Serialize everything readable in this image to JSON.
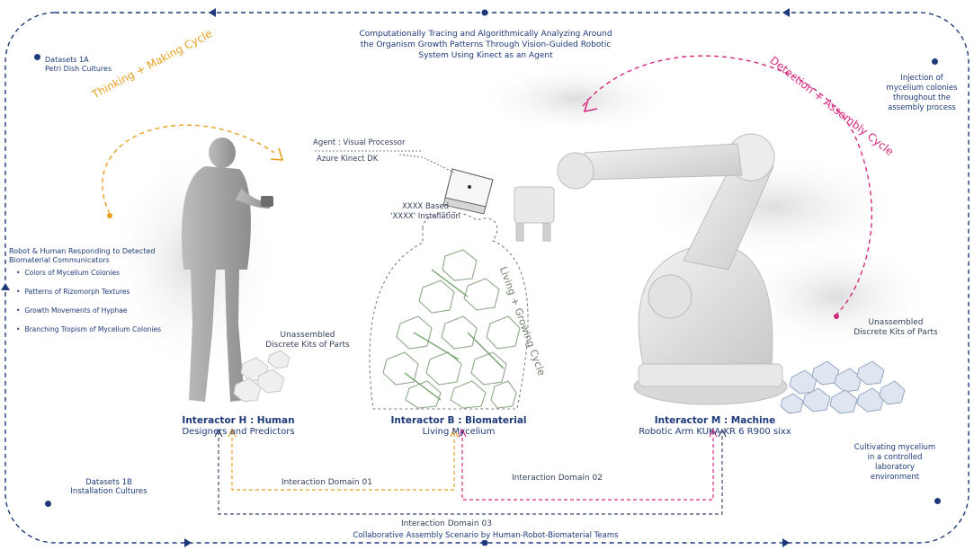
{
  "header": {
    "title_line1": "Computationally Tracing and Algorithmically Analyzing Around",
    "title_line2": "the Organism Growth Patterns Through Vision-Guided Robotic",
    "title_line3": "System Using Kinect as an Agent"
  },
  "footer": {
    "title": "Collaborative Assembly Scenario by Human-Robot-Biomaterial Teams"
  },
  "datasets": {
    "a_line1": "Datasets 1A",
    "a_line2": "Petri Dish Cultures",
    "b_line1": "Datasets 1B",
    "b_line2": "Installation Cultures"
  },
  "right_notes": {
    "injection_line1": "Injection of",
    "injection_line2": "mycelium colonies",
    "injection_line3": "throughout the",
    "injection_line4": "assembly process",
    "cultivating_line1": "Cultivating mycelium",
    "cultivating_line2": "in a controlled",
    "cultivating_line3": "laboratory",
    "cultivating_line4": "environment"
  },
  "cycles": {
    "thinking": "Thinking + Making Cycle",
    "detection": "Detection + Assembly Cycle",
    "living": "Living + Growing Cycle"
  },
  "agent": {
    "line1": "Agent : Visual Processor",
    "line2": "Azure Kinect DK"
  },
  "installation": {
    "line1": "XXXX Based",
    "line2": "'XXXX' Installation"
  },
  "biomaterial_signals": {
    "heading_line1": "Robot & Human Responding to Detected",
    "heading_line2": "Biomaterial Communicators",
    "items": [
      "Colors of Mycelium Colonies",
      "Patterns of Rizomorph Textures",
      "Growth Movements of Hyphae",
      "Branching Tropism of Mycelium Colonies"
    ]
  },
  "kits": {
    "left_line1": "Unassembled",
    "left_line2": "Discrete Kits of Parts",
    "right_line1": "Unassembled",
    "right_line2": "Discrete Kits of Parts"
  },
  "interactors": {
    "human_title": "Interactor H : Human",
    "human_sub": "Designers and Predictors",
    "bio_title": "Interactor B : Biomaterial",
    "bio_sub": "Living Mycelium",
    "machine_title": "Interactor M : Machine",
    "machine_sub": "Robotic Arm KUKA KR 6 R900 sixx"
  },
  "domains": {
    "d01": "Interaction Domain 01",
    "d02": "Interaction Domain 02",
    "d03": "Interaction Domain 03"
  },
  "colors": {
    "navy": "#1d3a7a",
    "orange": "#e8a01e",
    "magenta": "#d6287f",
    "gray": "#9aa0a8"
  }
}
